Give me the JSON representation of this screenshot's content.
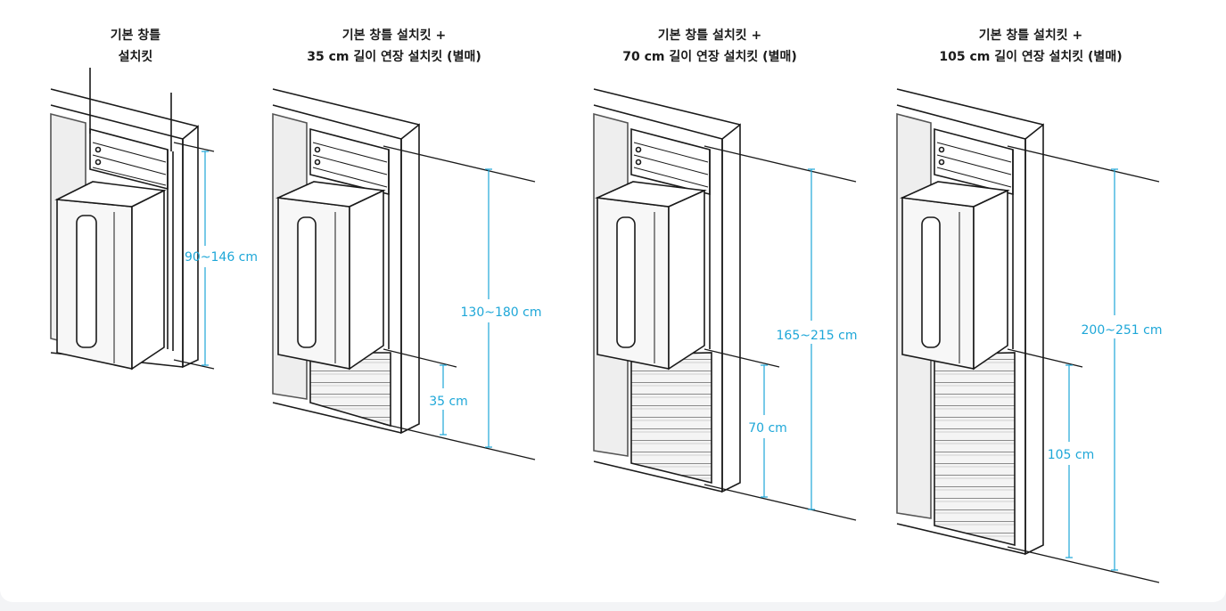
{
  "panels": [
    {
      "title_line1": "기본 창틀",
      "title_line2": "설치킷",
      "total_label": "90~146 cm",
      "ext_label": ""
    },
    {
      "title_line1": "기본 창틀 설치킷 +",
      "title_line2": "35 cm 길이 연장 설치킷 (별매)",
      "total_label": "130~180 cm",
      "ext_label": "35 cm"
    },
    {
      "title_line1": "기본 창틀 설치킷 +",
      "title_line2": "70 cm 길이 연장 설치킷 (별매)",
      "total_label": "165~215 cm",
      "ext_label": "70 cm"
    },
    {
      "title_line1": "기본 창틀 설치킷 +",
      "title_line2": "105 cm 길이 연장 설치킷 (별매)",
      "total_label": "200~251 cm",
      "ext_label": "105 cm"
    }
  ],
  "colors": {
    "dimension": "#1ea7d8",
    "line": "#1a1a1a",
    "glass": "#eeeeee",
    "unit": "#f7f7f7"
  }
}
